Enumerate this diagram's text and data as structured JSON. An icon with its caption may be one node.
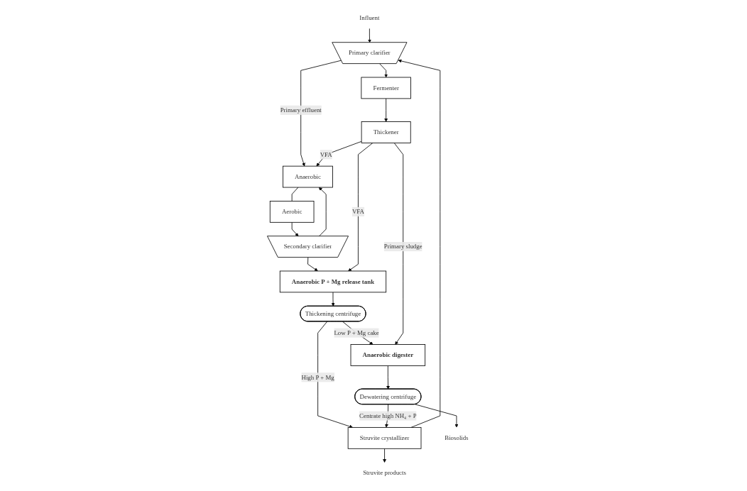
{
  "diagram": {
    "nodes": [
      {
        "text": [
          "Influent"
        ]
      },
      {
        "text": [
          "Primary clarifier"
        ]
      },
      {
        "text": [
          "Anaerobic"
        ]
      },
      {
        "text": [
          "Aerobic"
        ]
      },
      {
        "text": [
          "Secondary clarifier"
        ]
      },
      {
        "text": [
          "Fermenter"
        ]
      },
      {
        "text": [
          "Thickener"
        ]
      },
      {
        "text": [
          "Anaerobic P + Mg release tank"
        ]
      },
      {
        "text": [
          "Thickening centrifuge"
        ]
      },
      {
        "text": [
          "Struvite crystallizer"
        ]
      },
      {
        "text": [
          "Anaerobic digester"
        ]
      },
      {
        "text": [
          "Dewatering centrifuge"
        ]
      },
      {
        "text": [
          "Struvite products"
        ]
      },
      {
        "text": [
          "Biosolids"
        ]
      }
    ],
    "edges": [
      {
        "from": 0,
        "to": 1,
        "arrow": "to"
      },
      {
        "from": 1,
        "to": 2,
        "arrow": "to",
        "label": "Primary effluent"
      },
      {
        "from": 6,
        "to": 2,
        "arrow": "to",
        "label": "VFA"
      },
      {
        "from": 2,
        "to": 3,
        "arrow": "none"
      },
      {
        "from": 3,
        "to": 4,
        "arrow": "to"
      },
      {
        "from": 4,
        "to": 2,
        "arrow": "to"
      },
      {
        "from": 4,
        "to": 7,
        "arrow": "to"
      },
      {
        "from": 1,
        "to": 5,
        "arrow": "to"
      },
      {
        "from": 5,
        "to": 6,
        "arrow": "to"
      },
      {
        "from": 6,
        "to": 7,
        "arrow": "to",
        "label": "VFA"
      },
      {
        "from": 7,
        "to": 8,
        "arrow": "to"
      },
      {
        "from": 8,
        "to": 9,
        "arrow": "to",
        "label": "High P + Mg"
      },
      {
        "from": 8,
        "to": 10,
        "arrow": "to",
        "label": "Low P + Mg cake"
      },
      {
        "from": 6,
        "to": 10,
        "arrow": "to",
        "label": "Primary sludge"
      },
      {
        "from": 10,
        "to": 11,
        "arrow": "to"
      },
      {
        "from": 11,
        "to": 9,
        "arrow": "to",
        "label": "Centrate high NH₄ + P"
      },
      {
        "from": 11,
        "to": 13,
        "arrow": "to"
      },
      {
        "from": 9,
        "to": 1,
        "arrow": "to"
      },
      {
        "from": 9,
        "to": 12,
        "arrow": "to"
      }
    ]
  }
}
